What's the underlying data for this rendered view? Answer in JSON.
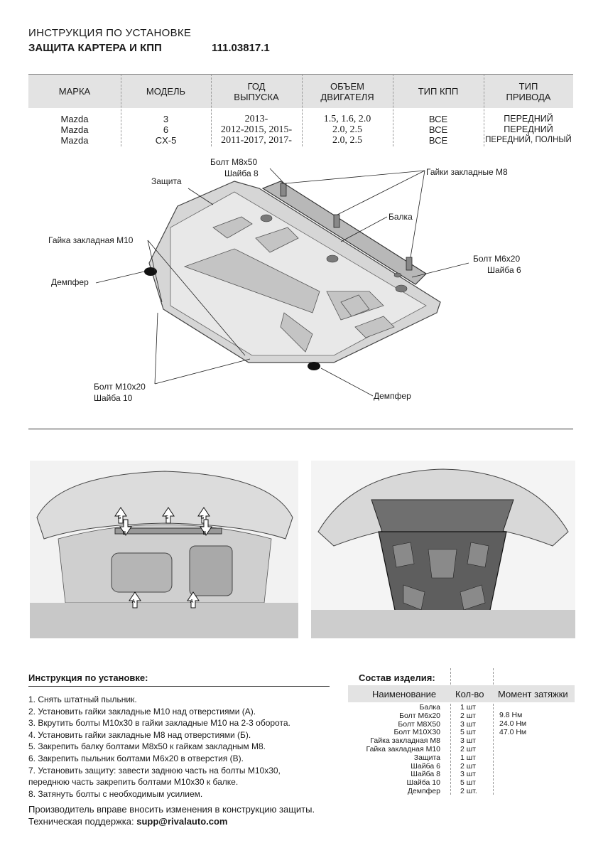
{
  "header": {
    "title": "ИНСТРУКЦИЯ ПО УСТАНОВКЕ",
    "product": "ЗАЩИТА КАРТЕРА И КПП",
    "code": "111.03817.1"
  },
  "spec_table": {
    "columns": [
      "МАРКА",
      "МОДЕЛЬ",
      "ГОД ВЫПУСКА",
      "ОБЪЕМ ДВИГАТЕЛЯ",
      "ТИП КПП",
      "ТИП ПРИВОДА"
    ],
    "columns_line1": [
      "МАРКА",
      "МОДЕЛЬ",
      "ГОД",
      "ОБЪЕМ",
      "ТИП КПП",
      "ТИП"
    ],
    "columns_line2": [
      "",
      "",
      "ВЫПУСКА",
      "ДВИГАТЕЛЯ",
      "",
      "ПРИВОДА"
    ],
    "rows": [
      [
        "Mazda",
        "3",
        "2013-",
        "1.5, 1.6, 2.0",
        "ВСЕ",
        "ПЕРЕДНИЙ"
      ],
      [
        "Mazda",
        "6",
        "2012-2015, 2015-",
        "2.0, 2.5",
        "ВСЕ",
        "ПЕРЕДНИЙ"
      ],
      [
        "Mazda",
        "CX-5",
        "2011-2017, 2017-",
        "2.0, 2.5",
        "ВСЕ",
        "ПЕРЕДНИЙ, ПОЛНЫЙ"
      ]
    ]
  },
  "diagram_labels": {
    "bolt_m8": "Болт М8х50",
    "washer_8": "Шайба 8",
    "shield": "Защита",
    "nuts_m8": "Гайки закладные М8",
    "beam": "Балка",
    "nut_m10": "Гайка закладная М10",
    "bolt_m6": "Болт М6х20",
    "washer_6": "Шайба 6",
    "damper_left": "Демпфер",
    "bolt_m10": "Болт М10х20",
    "washer_10": "Шайба 10",
    "damper_bottom": "Демпфер"
  },
  "photo_labels": {
    "b": "Б",
    "v": "В",
    "a": "А"
  },
  "instructions": {
    "title": "Инструкция по установке:",
    "steps": [
      "1. Снять штатный пыльник.",
      "2. Установить гайки закладные М10 над отверстиями (А).",
      "3. Вкрутить болты М10х30 в гайки закладные М10 на 2-3 оборота.",
      "4. Установить гайки закладные М8 над отверстиями (Б).",
      "5. Закрепить балку болтами М8х50 к гайкам закладным М8.",
      "6. Закрепить пыльник болтами М6х20 в отверстия (В).",
      "7. Установить защиту: завести заднюю часть на болты М10х30,",
      "переднюю часть закрепить болтами М10х30 к балке.",
      "8. Затянуть болты с необходимым усилием."
    ]
  },
  "composition": {
    "title": "Состав изделия:",
    "headers": [
      "Наименование",
      "Кол-во",
      "Момент затяжки"
    ],
    "names": [
      "Балка",
      "Болт М6х20",
      "Болт М8Х50",
      "Болт М10Х30",
      "Гайка закладная М8",
      "Гайка закладная М10",
      "Защита",
      "Шайба 6",
      "Шайба 8",
      "Шайба 10",
      "Демпфер"
    ],
    "qty": [
      "1 шт",
      "2 шт",
      "3 шт",
      "5 шт",
      "3 шт",
      "2 шт",
      "1 шт",
      "2 шт",
      "3 шт",
      "5 шт",
      "2 шт."
    ],
    "torque": [
      "",
      "9.8 Нм",
      "24.0 Нм",
      "47.0 Нм",
      "",
      "",
      "",
      "",
      "",
      "",
      ""
    ]
  },
  "footer": {
    "note": "Производитель вправе вносить изменения в конструкцию защиты.",
    "support_label": "Техническая поддержка:",
    "support_email": "supp@rivalauto.com"
  }
}
